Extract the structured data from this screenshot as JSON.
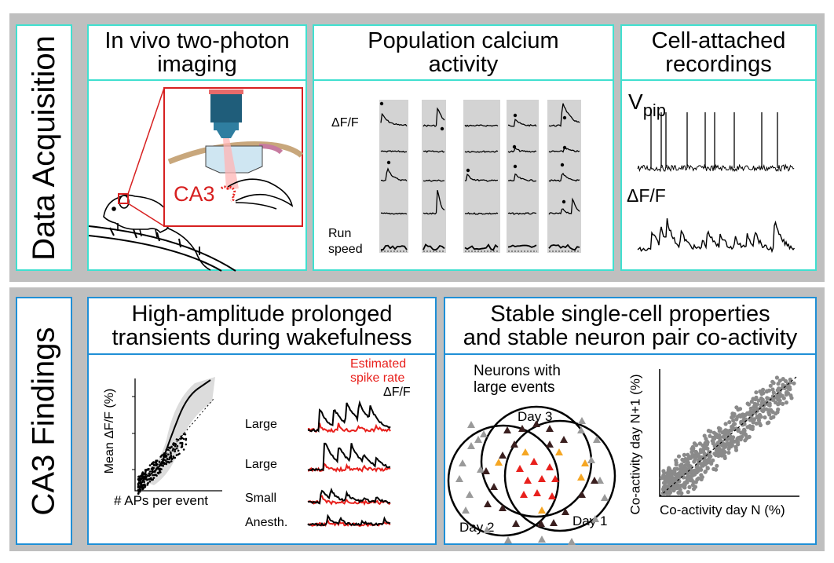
{
  "sections": {
    "acquisition": {
      "title": "Data Acquisition",
      "panels": {
        "imaging": {
          "title_lines": [
            "In vivo two-photon",
            "imaging"
          ],
          "region_label": "CA3"
        },
        "population": {
          "title_lines": [
            "Population calcium",
            "activity"
          ],
          "df_label": "ΔF/F",
          "run_label_lines": [
            "Run",
            "speed"
          ]
        },
        "cell_attached": {
          "title_lines": [
            "Cell-attached",
            "recordings"
          ],
          "vpip_main": "V",
          "vpip_sub": "pip",
          "df_label": "ΔF/F"
        }
      }
    },
    "findings": {
      "title": "CA3 Findings",
      "panels": {
        "transients": {
          "title_lines": [
            "High-amplitude prolonged",
            "transients during wakefulness"
          ],
          "y_axis_label": "Mean ΔF/F (%)",
          "x_axis_label": "# APs per event",
          "legend": {
            "estimated_lines": [
              "Estimated",
              "spike rate"
            ],
            "df_label": "ΔF/F"
          },
          "row_labels": [
            "Large",
            "Large",
            "Small",
            "Anesth."
          ],
          "colors": {
            "estimated": "#e8201c",
            "df": "#000000"
          }
        },
        "stability": {
          "title_lines": [
            "Stable single-cell properties",
            "and stable neuron pair co-activity"
          ],
          "venn_title_lines": [
            "Neurons with",
            "large events"
          ],
          "venn_labels": {
            "day1": "Day 1",
            "day2": "Day 2",
            "day3": "Day 3"
          },
          "scatter_x_label": "Co-activity day N (%)",
          "scatter_y_label": "Co-activity day N+1 (%)",
          "colors": {
            "orange": "#f5a623",
            "red": "#e8201c",
            "dark": "#3a1f1f",
            "gray": "#9a9a9a"
          }
        }
      }
    }
  },
  "colors": {
    "band": "#bfbfbf",
    "teal": "#40e0d0",
    "blue": "#1f8fd6",
    "inset": "#d72020"
  }
}
